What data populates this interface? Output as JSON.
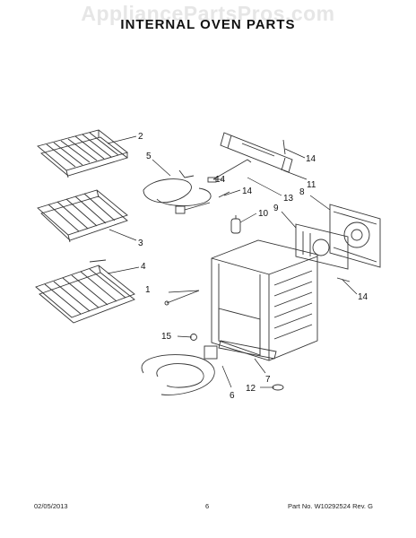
{
  "header": {
    "watermark": "AppliancePartsPros.com",
    "title": "INTERNAL OVEN PARTS"
  },
  "callouts": [
    "1",
    "2",
    "3",
    "4",
    "5",
    "6",
    "7",
    "8",
    "9",
    "10",
    "11",
    "12",
    "13",
    "14",
    "14",
    "14",
    "14",
    "15"
  ],
  "footer": {
    "date": "02/05/2013",
    "page": "6",
    "part_number": "Part No. W10292524  Rev. G"
  }
}
